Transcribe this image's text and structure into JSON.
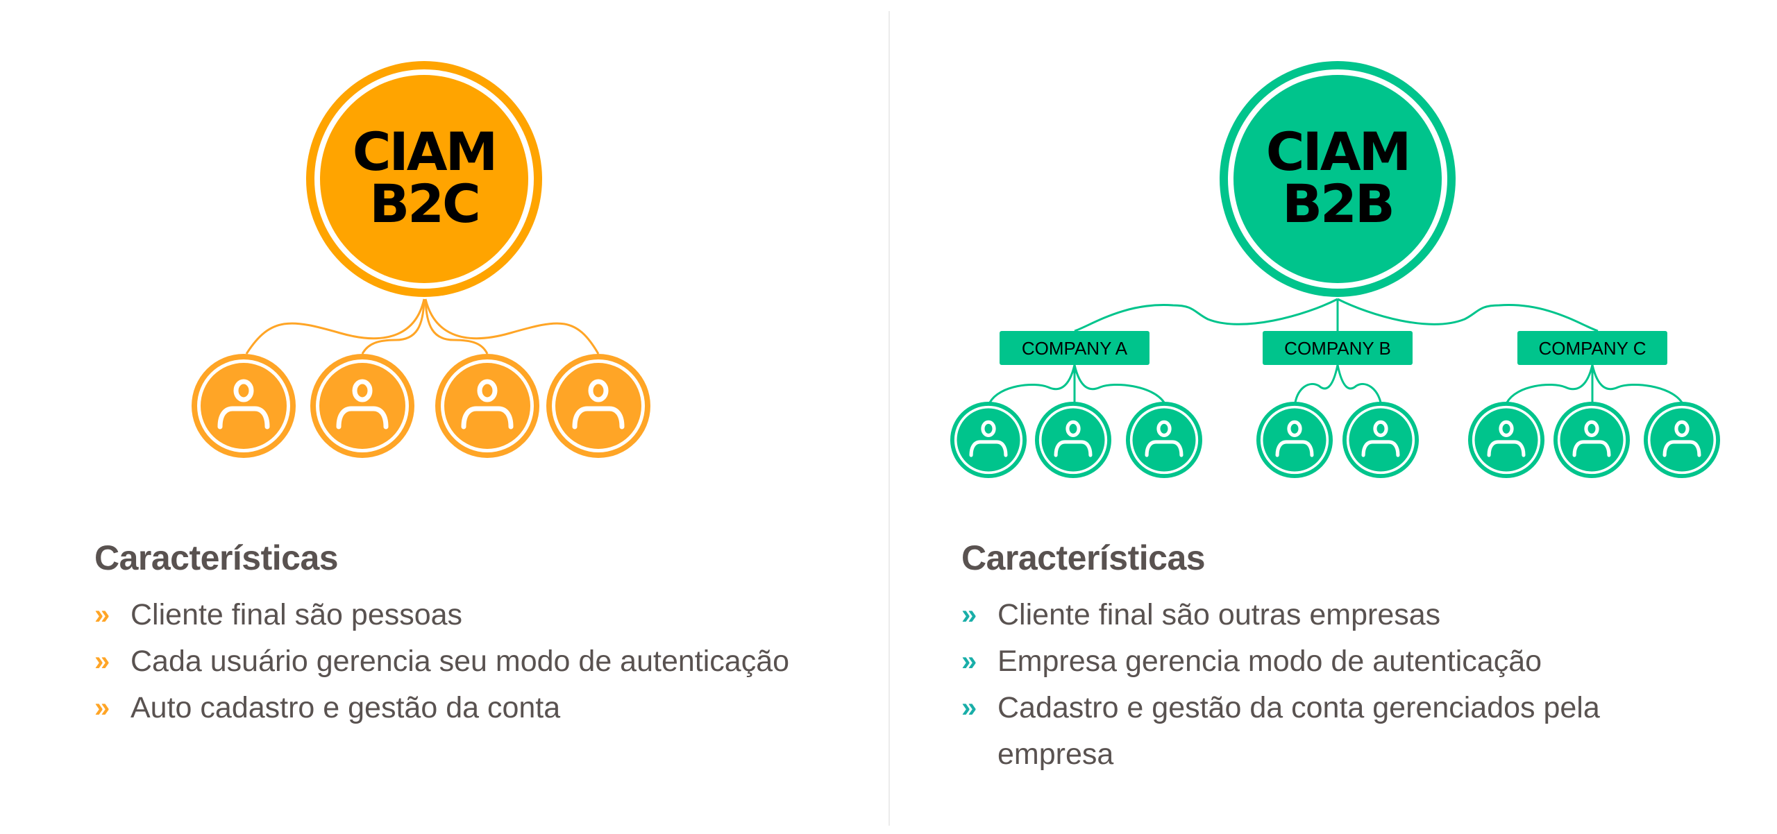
{
  "colors": {
    "b2c": "#FFA400",
    "b2c_user": "#FFA526",
    "b2b": "#00C48C",
    "text": "#595250",
    "b2b_bullet": "#19AEA8"
  },
  "b2c": {
    "title_line1": "CIAM",
    "title_line2": "B2C",
    "user_icon": "user-icon",
    "heading": "Características",
    "bullet": "»",
    "features": [
      "Cliente final são pessoas",
      "Cada usuário gerencia seu modo de autenticação",
      "Auto cadastro e gestão da conta"
    ]
  },
  "b2b": {
    "title_line1": "CIAM",
    "title_line2": "B2B",
    "companies": [
      "COMPANY A",
      "COMPANY B",
      "COMPANY C"
    ],
    "heading": "Características",
    "bullet": "»",
    "features": [
      "Cliente final são outras empresas",
      "Empresa gerencia modo de autenticação",
      "Cadastro e gestão da conta gerenciados pela empresa"
    ]
  }
}
